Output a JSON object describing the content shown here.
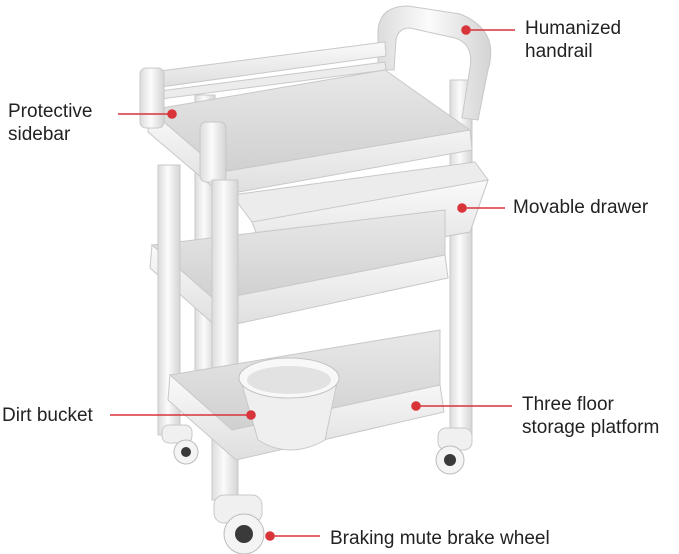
{
  "callouts": {
    "handrail": {
      "lines": [
        "Humanized",
        "handrail"
      ]
    },
    "sidebar": {
      "lines": [
        "Protective",
        "sidebar"
      ]
    },
    "drawer": {
      "lines": [
        "Movable drawer"
      ]
    },
    "bucket": {
      "lines": [
        "Dirt bucket"
      ]
    },
    "platform": {
      "lines": [
        "Three floor",
        "storage platform"
      ]
    },
    "wheel": {
      "lines": [
        "Braking mute brake wheel"
      ]
    }
  },
  "colors": {
    "callout_line": "#d8343a",
    "text": "#222222",
    "product": "#f2f2f2"
  }
}
